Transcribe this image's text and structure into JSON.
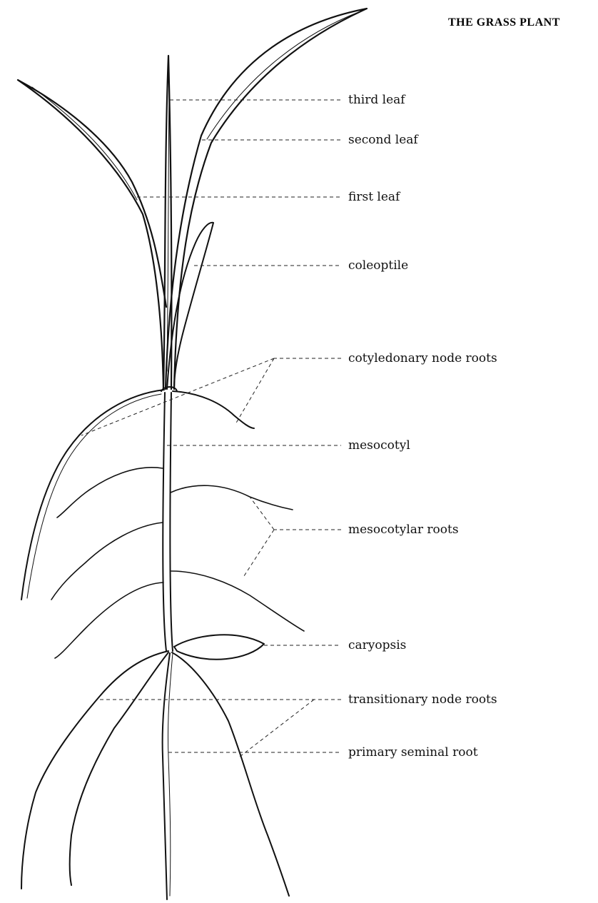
{
  "title": "THE GRASS PLANT",
  "labels": {
    "third_leaf": "third leaf",
    "second_leaf": "second leaf",
    "first_leaf": "first leaf",
    "coleoptile": "coleoptile",
    "cotyledonary_node_roots": "cotyledonary node roots",
    "mesocotyl": "mesocotyl",
    "mesocotylar_roots": "mesocotylar roots",
    "caryopsis": "caryopsis",
    "transitionary_node_roots": "transitionary node roots",
    "primary_seminal_root": "primary seminal root"
  },
  "colors": {
    "ink": "#111111",
    "background": "#ffffff"
  }
}
